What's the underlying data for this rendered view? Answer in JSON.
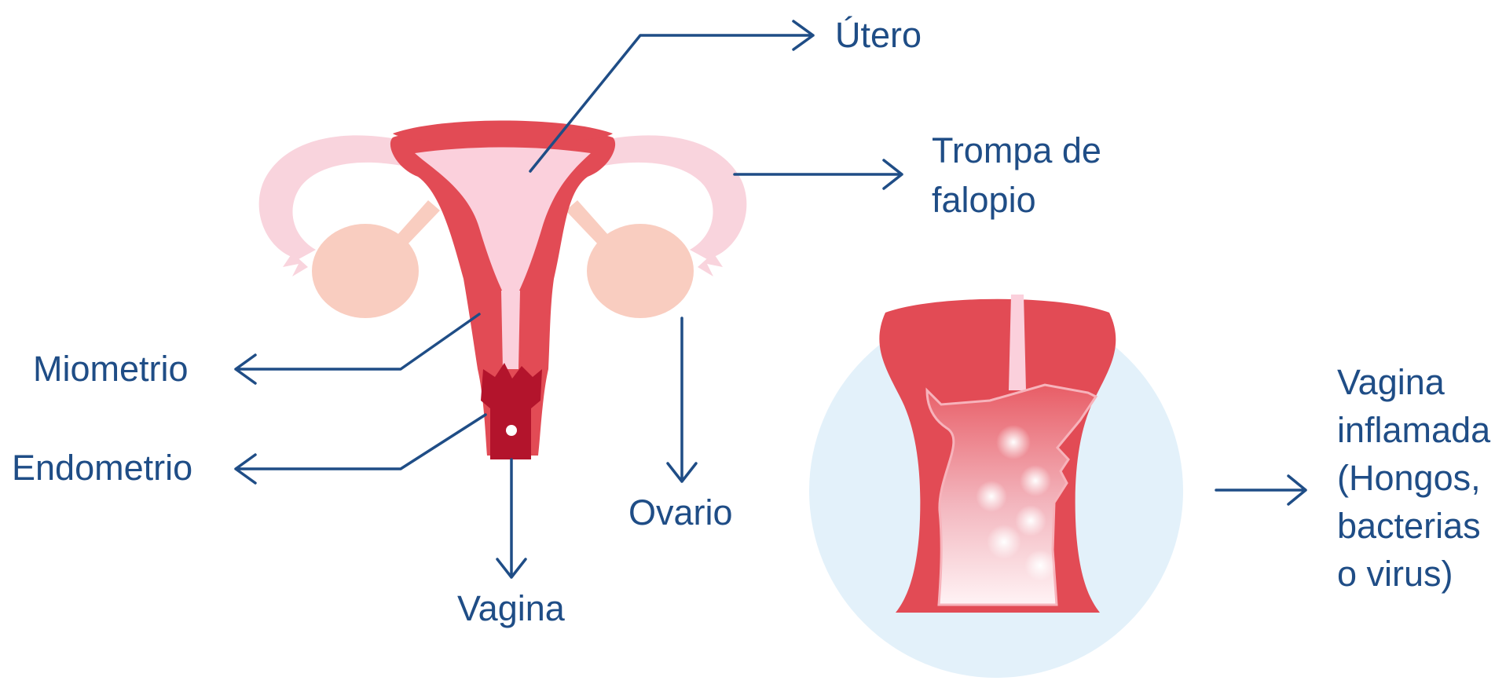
{
  "labels": {
    "utero": "Útero",
    "trompa_line1": "Trompa de",
    "trompa_line2": "falopio",
    "miometrio": "Miometrio",
    "endometrio": "Endometrio",
    "vagina": "Vagina",
    "ovario": "Ovario",
    "inflamada_line1": "Vagina",
    "inflamada_line2": "inflamada",
    "inflamada_line3": "(Hongos,",
    "inflamada_line4": "bacterias",
    "inflamada_line5": "o virus)"
  },
  "colors": {
    "label_blue": "#1f4d86",
    "arrow_blue": "#1f4d86",
    "uterus_red": "#e24b55",
    "uterus_light_pink": "#fbd0dc",
    "tube_pink": "#f9d4dd",
    "ovary_peach": "#f9cdc0",
    "cervix_dark": "#b3142c",
    "circle_bg": "#e3f1fa"
  }
}
